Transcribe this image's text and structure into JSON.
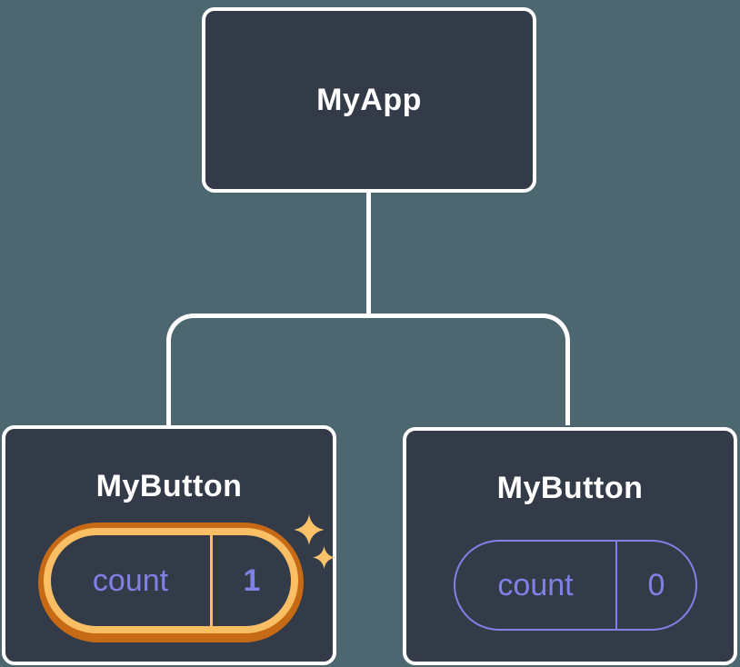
{
  "diagram": {
    "type": "component-tree",
    "colors": {
      "background": "#4d6771",
      "node_fill": "#343b48",
      "node_border": "#ffffff",
      "edge": "#ffffff",
      "accent_purple": "#7f81e6",
      "highlight_ring_outer": "#c76a15",
      "highlight_ring_inner": "#fabf64",
      "sparkle": "#fbc26b"
    },
    "root": {
      "label": "MyApp"
    },
    "children": [
      {
        "label": "MyButton",
        "state": {
          "key": "count",
          "value": "1"
        },
        "highlighted": true,
        "icons": [
          "sparkle-icon",
          "sparkle-icon-small"
        ]
      },
      {
        "label": "MyButton",
        "state": {
          "key": "count",
          "value": "0"
        },
        "highlighted": false
      }
    ]
  }
}
